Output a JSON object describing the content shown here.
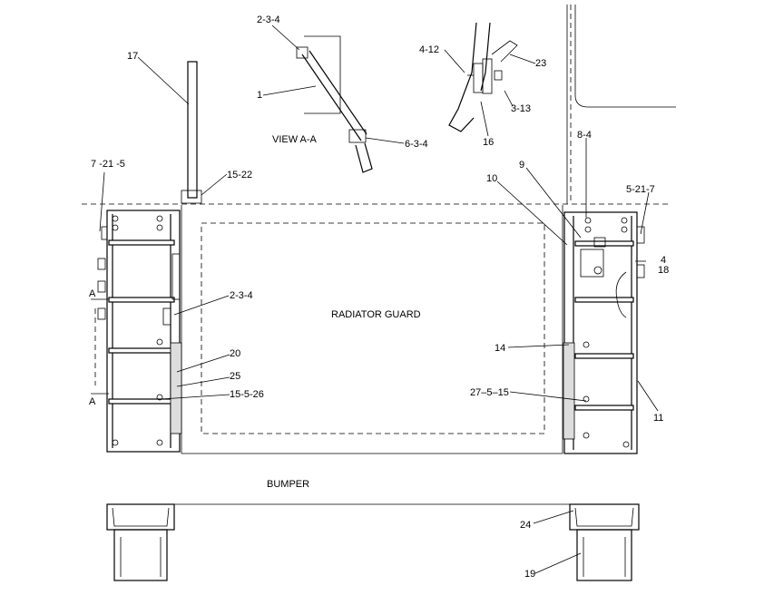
{
  "labels": {
    "l17": "17",
    "l234_top": "2-3-4",
    "l1": "1",
    "view": "VIEW A-A",
    "l634": "6-3-4",
    "l412": "4-12",
    "l23": "23",
    "l313": "3-13",
    "l16": "16",
    "l7215": "7 -21 -5",
    "l1522": "15-22",
    "l10": "10",
    "l9": "9",
    "l84": "8-4",
    "l5217": "5-21-7",
    "l4": "4",
    "l18": "18",
    "radiator": "RADIATOR GUARD",
    "l234_mid": "2-3-4",
    "l20": "20",
    "l25": "25",
    "l15526": "15-5-26",
    "l14": "14",
    "l27515": "27–5–15",
    "l11": "11",
    "sectionA_top": "A",
    "sectionA_bot": "A",
    "bumper": "BUMPER",
    "l24": "24",
    "l19": "19"
  }
}
